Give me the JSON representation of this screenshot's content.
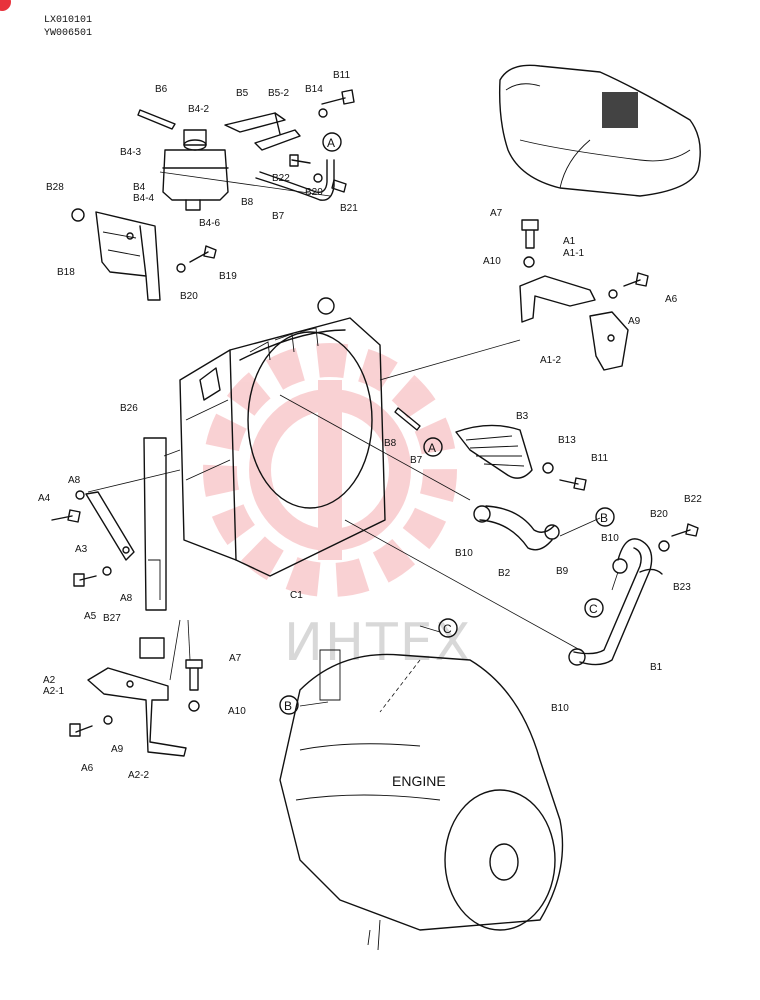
{
  "header": {
    "code1": "LX010101",
    "code2": "YW006501"
  },
  "watermark": {
    "text": "ИНТЕХ",
    "color": "#e8323c"
  },
  "engine_label": "ENGINE",
  "callouts": {
    "A_top": "A",
    "A_mid": "A",
    "B_right": "B",
    "B_engine": "B",
    "C_right": "C",
    "C_engine": "C"
  },
  "labels": {
    "B6": "B6",
    "B4_2": "B4-2",
    "B4_3": "B4-3",
    "B4": "B4",
    "B4_4": "B4-4",
    "B4_6": "B4-6",
    "B5": "B5",
    "B5_2": "B5-2",
    "B14": "B14",
    "B11_top": "B11",
    "B22_top": "B22",
    "B20_top": "B20",
    "B21": "B21",
    "B8_top": "B8",
    "B7_top": "B7",
    "B28": "B28",
    "B18": "B18",
    "B19": "B19",
    "B20_left": "B20",
    "A7_top": "A7",
    "A1": "A1",
    "A1_1": "A1-1",
    "A10_top": "A10",
    "A6_top": "A6",
    "A9_top": "A9",
    "A1_2": "A1-2",
    "B3": "B3",
    "B8_mid": "B8",
    "B7_mid": "B7",
    "B13": "B13",
    "B11_mid": "B11",
    "B26": "B26",
    "A8_a": "A8",
    "A4": "A4",
    "A3": "A3",
    "A8_b": "A8",
    "A5": "A5",
    "B27": "B27",
    "C1": "C1",
    "B10_a": "B10",
    "B2": "B2",
    "B9": "B9",
    "B20_right": "B20",
    "B22_right": "B22",
    "B10_b": "B10",
    "B23": "B23",
    "B1": "B1",
    "B10_c": "B10",
    "A2": "A2",
    "A2_1": "A2-1",
    "A7_low": "A7",
    "A10_low": "A10",
    "A6_low": "A6",
    "A9_low": "A9",
    "A2_2": "A2-2"
  }
}
